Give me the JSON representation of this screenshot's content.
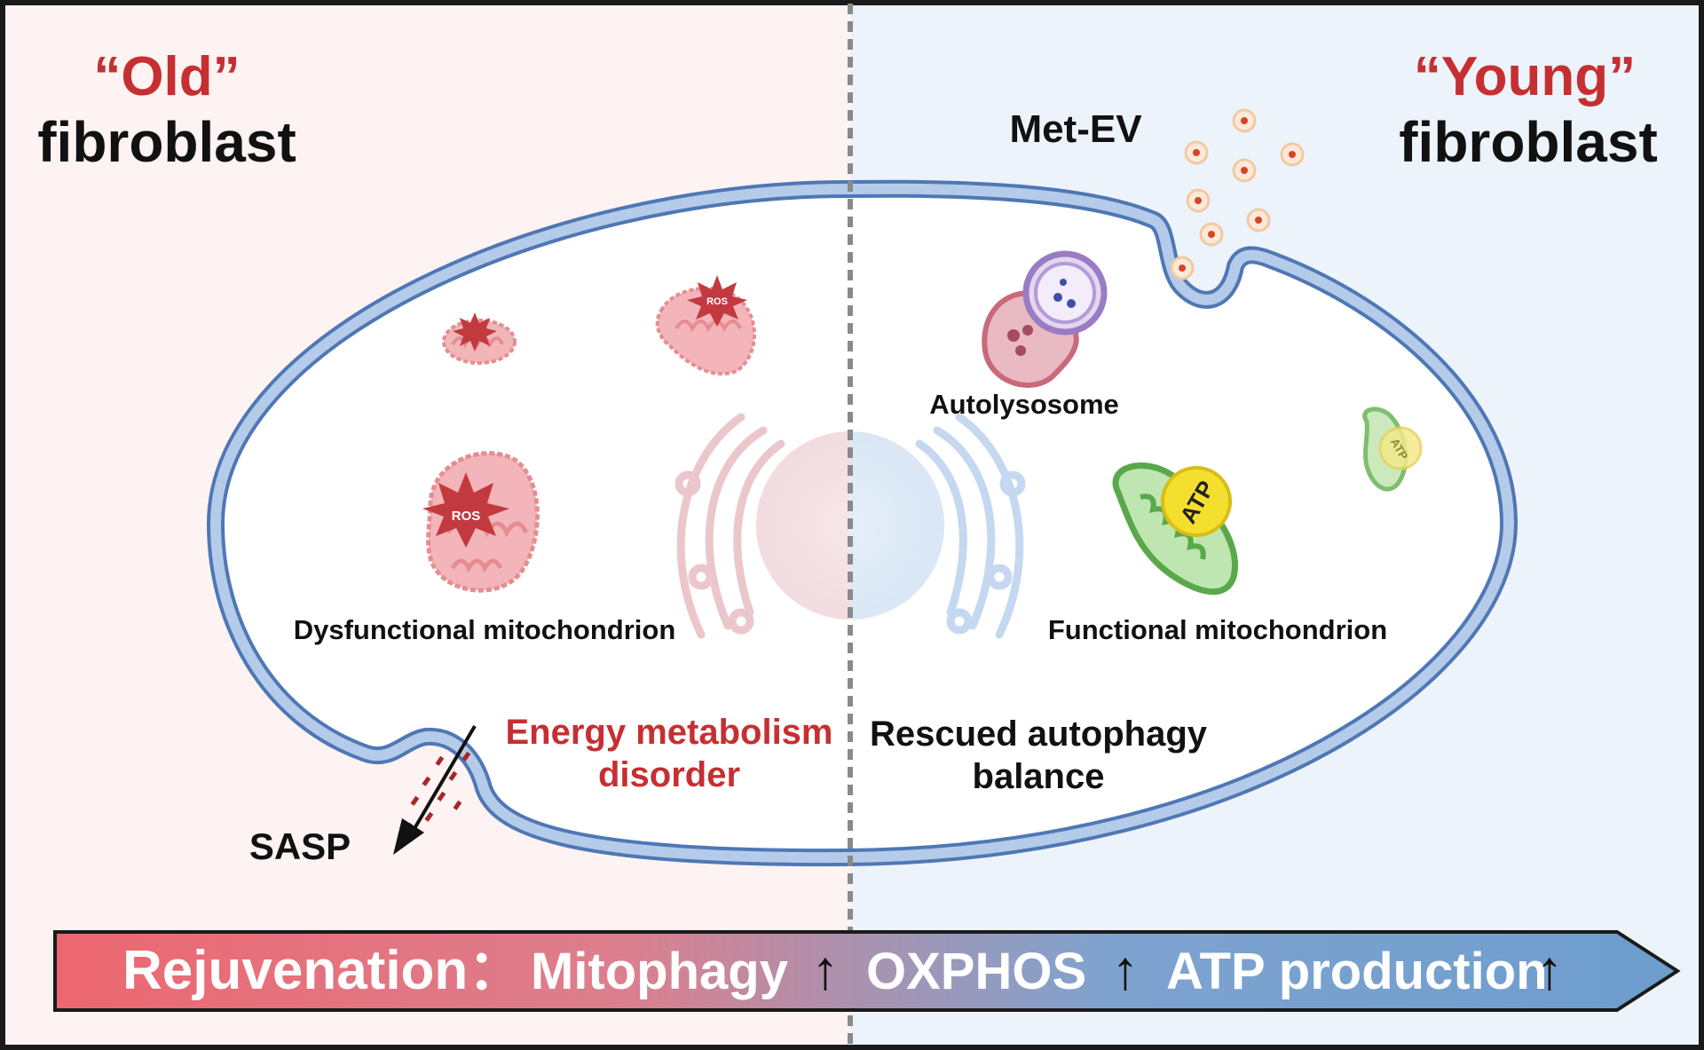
{
  "left_panel": {
    "title_quoted": "“Old”",
    "title_main": "fibroblast"
  },
  "right_panel": {
    "title_quoted": "“Young”",
    "title_main": "fibroblast"
  },
  "labels": {
    "met_ev": "Met-EV",
    "autolysosome": "Autolysosome",
    "dysfunctional": "Dysfunctional mitochondrion",
    "functional": "Functional mitochondrion",
    "energy_line1": "Energy metabolism",
    "energy_line2": "disorder",
    "rescued_line1": "Rescued autophagy",
    "rescued_line2": "balance",
    "sasp": "SASP",
    "ros": "ROS",
    "atp": "ATP"
  },
  "banner": {
    "label": "Rejuvenation：",
    "item1": "Mitophagy",
    "item2": "OXPHOS",
    "item3": "ATP production",
    "up_arrow": "↑"
  },
  "colors": {
    "old_accent": "#c62f32",
    "membrane": "#9bb8de",
    "membrane_outline": "#4f77b5",
    "left_bg": "#fdf3f2",
    "right_bg": "#edf3fa",
    "mito_bad": "#e9868c",
    "mito_good": "#6fbd5f",
    "atp_yellow": "#f5df2e",
    "banner_left": "#e9646d",
    "banner_right": "#6f9ccc"
  }
}
